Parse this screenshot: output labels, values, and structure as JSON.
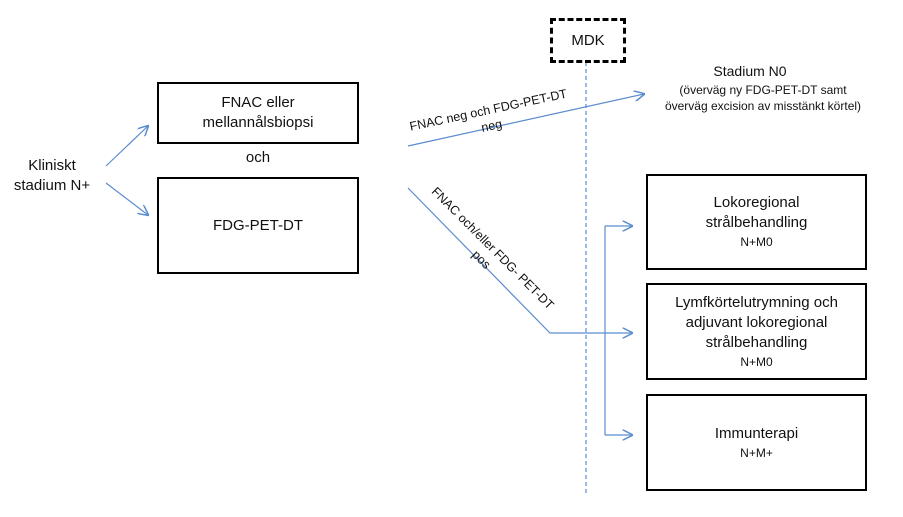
{
  "start_label": "Kliniskt\nstadium N+",
  "box_fnac": "FNAC eller\nmellannålsbiopsi",
  "och_label": "och",
  "box_pet": "FDG-PET-DT",
  "mdk_label": "MDK",
  "neg_branch": "FNAC neg och FDG-PET-DT\nneg",
  "pos_branch": "FNAC och/eller FDG- PET-DT\npos",
  "stadium_title": "Stadium N0",
  "stadium_note": "(överväg ny FDG-PET-DT samt\növerväg excision av misstänkt körtel)",
  "outcomes": [
    {
      "title": "Lokoregional\nstrålbehandling",
      "sub": "N+M0"
    },
    {
      "title": "Lymfkörtelutrymning och\nadjuvant lokoregional\nstrålbehandling",
      "sub": "N+M0"
    },
    {
      "title": "Immunterapi",
      "sub": "N+M+"
    }
  ],
  "colors": {
    "arrow": "#5b8ccf",
    "divider": "#5b8ccf",
    "border": "#000000"
  }
}
